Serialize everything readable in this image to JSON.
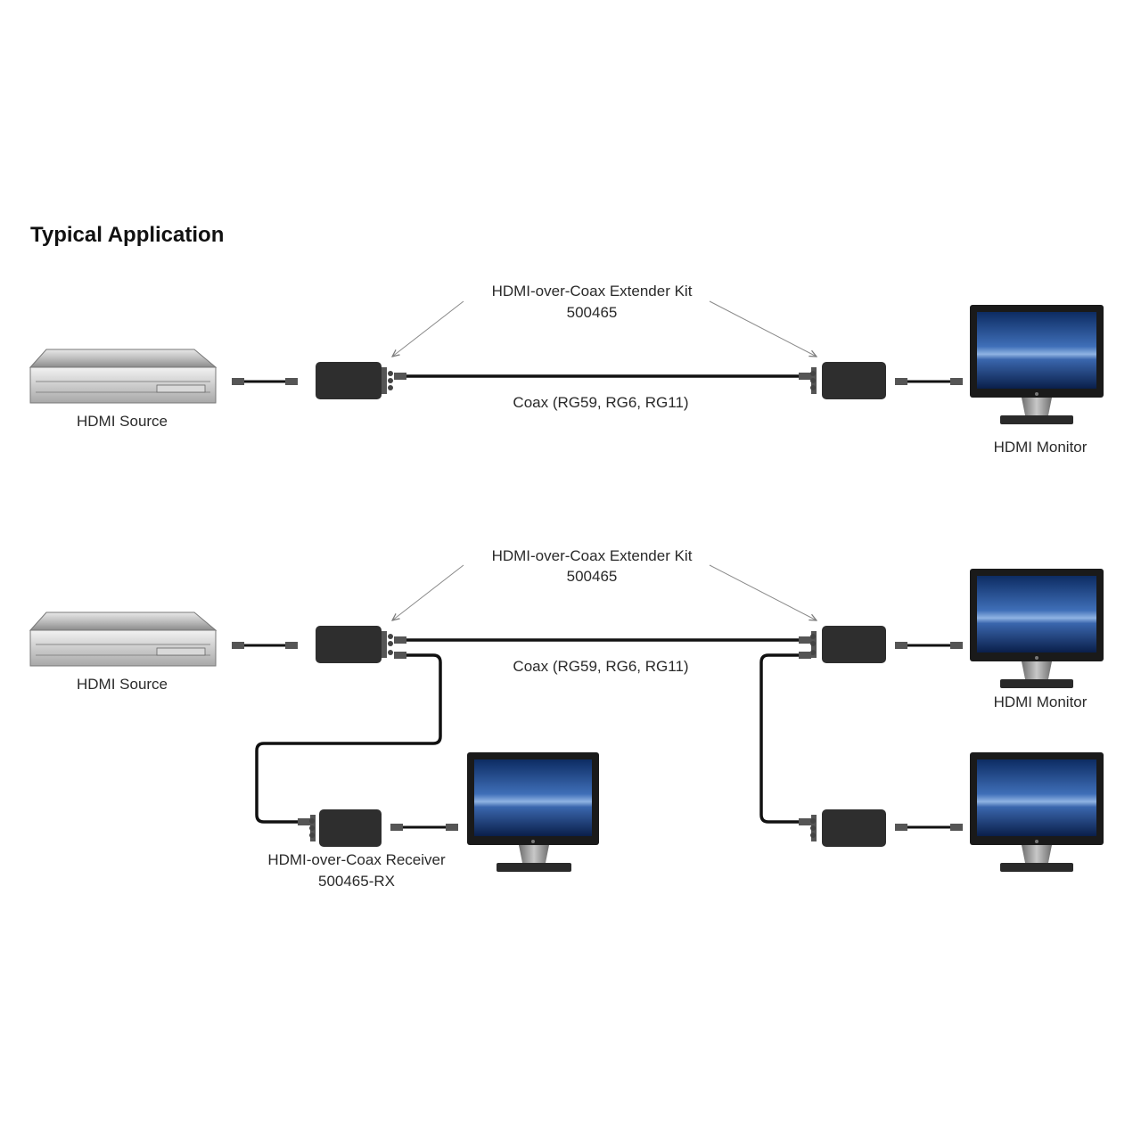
{
  "heading": "Typical Application",
  "colors": {
    "cable": "#111111",
    "device_body": "#2e2e2e",
    "arrow": "#8a8a8a",
    "screen_top": "#0d2c63",
    "screen_mid": "#3f6fb8",
    "screen_bottom": "#0a1f4a",
    "bezel": "#1a1a1a",
    "stand": "#9a9a9a",
    "player_body": "#cfcfcf"
  },
  "diagrams": [
    {
      "kit_label": "HDMI-over-Coax Extender Kit",
      "kit_part": "500465",
      "coax_label": "Coax (RG59, RG6, RG11)",
      "source_label": "HDMI Source",
      "monitor_label": "HDMI Monitor"
    },
    {
      "kit_label": "HDMI-over-Coax Extender Kit",
      "kit_part": "500465",
      "coax_label": "Coax (RG59, RG6, RG11)",
      "source_label": "HDMI Source",
      "monitor_label": "HDMI Monitor",
      "receiver_label": "HDMI-over-Coax Receiver",
      "receiver_part": "500465-RX"
    }
  ]
}
